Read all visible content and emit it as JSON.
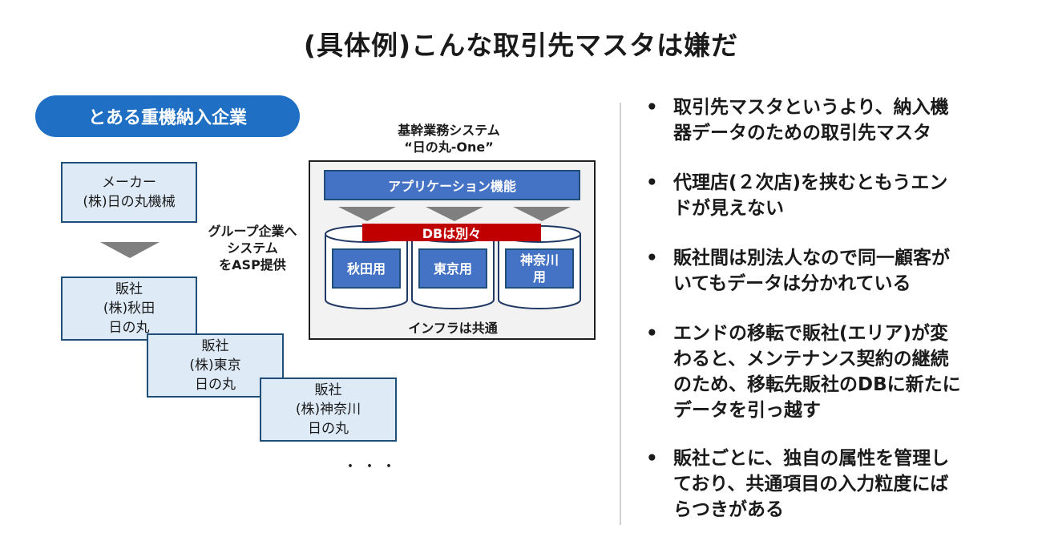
{
  "title": "(具体例)こんな取引先マスタは嫌だ",
  "company_label": "とある重機納入企業",
  "left_boxes": [
    {
      "lines": [
        "メーカー",
        "(株)日の丸機械"
      ]
    },
    {
      "lines": [
        "販社",
        "(株)秋田",
        "日の丸"
      ]
    },
    {
      "lines": [
        "販社",
        "(株)東京",
        "日の丸"
      ]
    },
    {
      "lines": [
        "販社",
        "(株)神奈川",
        "日の丸"
      ]
    }
  ],
  "asp_label": [
    "グループ企業へ",
    "システム",
    "をASP提供"
  ],
  "system": {
    "title_lines": [
      "基幹業務システム",
      "“日の丸-One”"
    ],
    "app_label": "アプリケーション機能",
    "db_label": "DBは別々",
    "databases": [
      {
        "lines": [
          "秋田用"
        ]
      },
      {
        "lines": [
          "東京用"
        ]
      },
      {
        "lines": [
          "神奈川",
          "用"
        ]
      }
    ],
    "infra_label": "インフラは共通"
  },
  "ellipsis": "・・・",
  "bullets": [
    {
      "lines": [
        "取引先マスタというより、納入機",
        "器データのための取引先マスタ"
      ]
    },
    {
      "lines": [
        "代理店(２次店)を挟むともうエン",
        "ドが見えない"
      ]
    },
    {
      "lines": [
        "販社間は別法人なので同一顧客が",
        "いてもデータは分かれている"
      ]
    },
    {
      "lines": [
        "エンドの移転で販社(エリア)が変",
        "わると、メンテナンス契約の継続",
        "のため、移転先販社のDBに新たに",
        "データを引っ越す"
      ]
    },
    {
      "lines": [
        "販社ごとに、独自の属性を管理し",
        "ており、共通項目の入力粒度にば",
        "らつきがある"
      ]
    }
  ],
  "colors": {
    "pill_blue": "#1f6fc4",
    "box_fill": "#deebf7",
    "app_blue": "#4472c4",
    "db_red": "#c00000",
    "arrow_gray": "#7f7f7f"
  }
}
